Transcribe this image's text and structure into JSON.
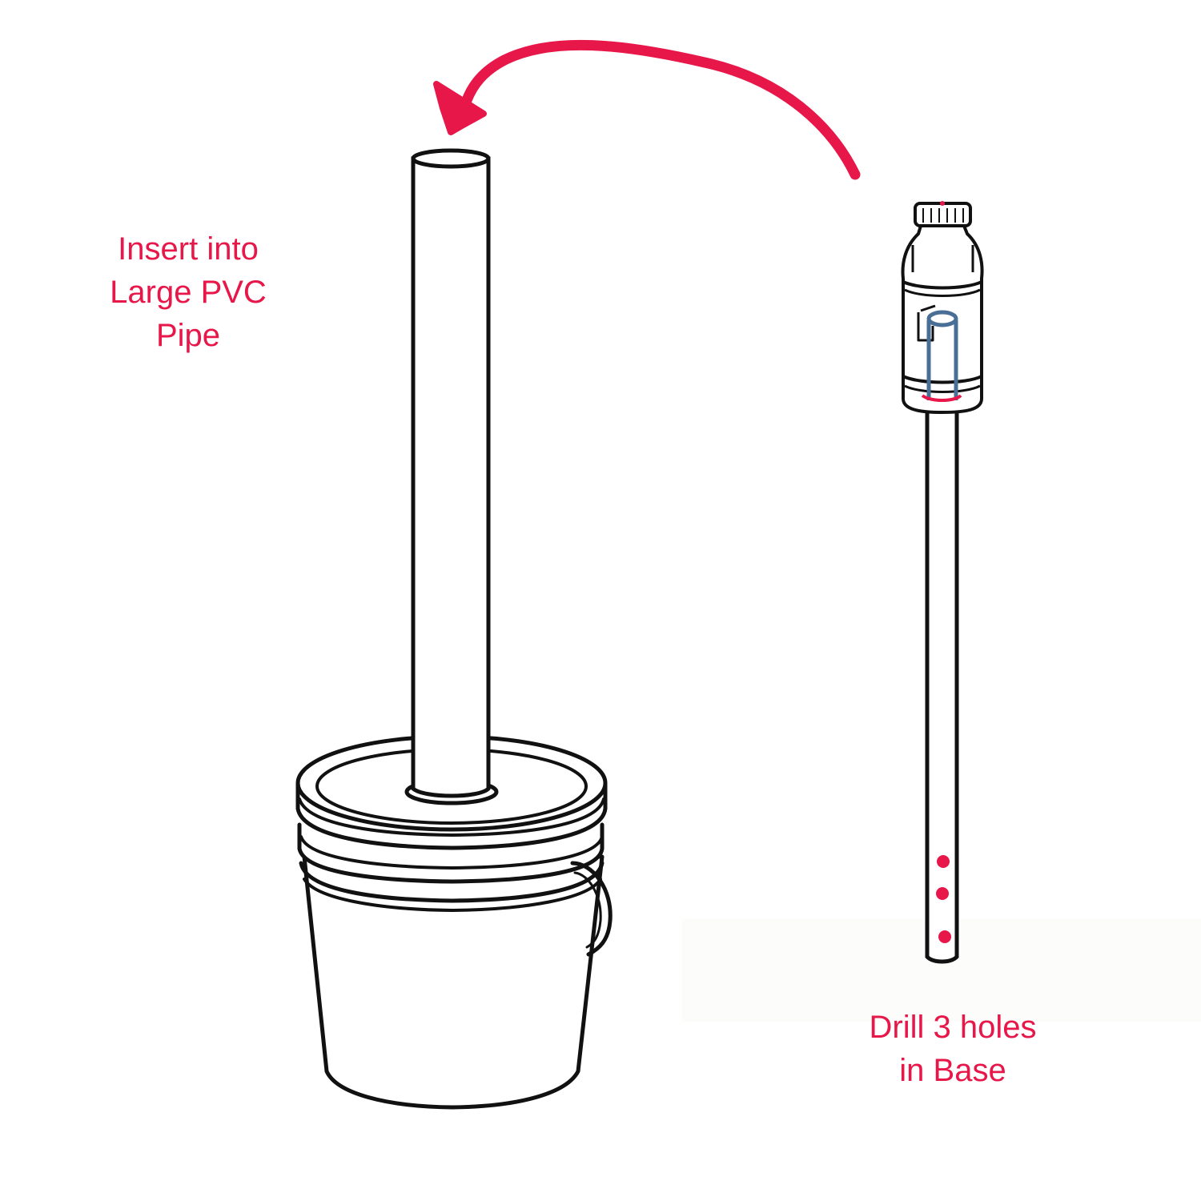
{
  "captions": {
    "insert": [
      "Insert into",
      "Large PVC",
      "Pipe"
    ],
    "drill": [
      "Drill 3 holes",
      "in Base"
    ]
  },
  "colors": {
    "annotation": "#e8174a",
    "outline": "#111111",
    "inner_tube": "#4a6f96",
    "background": "#ffffff"
  },
  "parts": {
    "bucket": "bucket-with-lid",
    "large_pipe": "large-pvc-pipe",
    "bottle": "bottle",
    "small_pipe": "small-pipe",
    "arrow": "curved-arrow"
  },
  "drill_holes_count": 3
}
